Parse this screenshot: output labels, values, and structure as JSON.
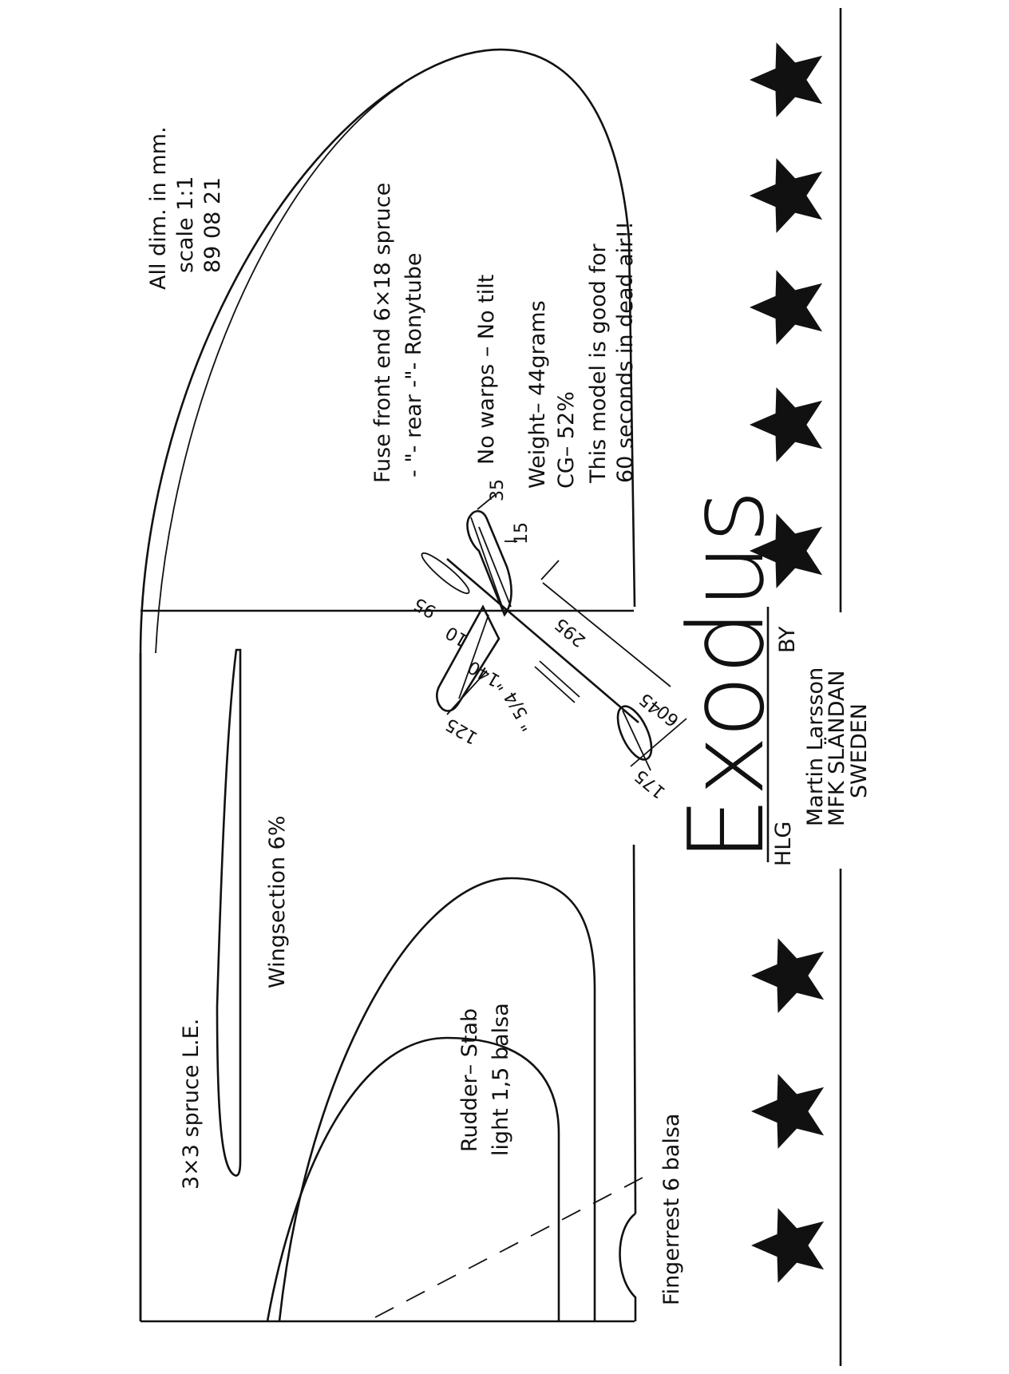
{
  "notes": {
    "dimensions": "All dim. in mm.",
    "scale": "scale 1:1",
    "date": "89 08 21"
  },
  "specs": {
    "fuse_front": "Fuse front end  6×18 spruce",
    "fuse_rear": "- \"- rear -\"-  Ronytube",
    "warps": "No warps – No tilt",
    "weight": "Weight– 44grams",
    "cg": "CG– 52%",
    "performance_1": "This model is good for",
    "performance_2": "60 seconds in dead air!!"
  },
  "parts": {
    "wingsection": "Wingsection  6%",
    "leading_edge": "3×3 spruce L.E.",
    "rudder_stab_1": "Rudder– Stab",
    "rudder_stab_2": "light 1,5 balsa",
    "fingerrest": "Fingerrest 6 balsa"
  },
  "dimensions": {
    "d35": "35",
    "d15": "15",
    "d95": "95",
    "d10": "10",
    "d140": "140",
    "d125": "125",
    "d295": "295",
    "d45": "45",
    "d60": "60",
    "d175": "175",
    "dihedral": "\" 5/4 \""
  },
  "title": {
    "name": "Exodus",
    "type": "HLG",
    "by": "BY",
    "author": "Martin  Larsson",
    "club": "MFK  SLÄNDAN",
    "country": "SWEDEN"
  },
  "colors": {
    "ink": "#111111",
    "paper": "#ffffff"
  }
}
